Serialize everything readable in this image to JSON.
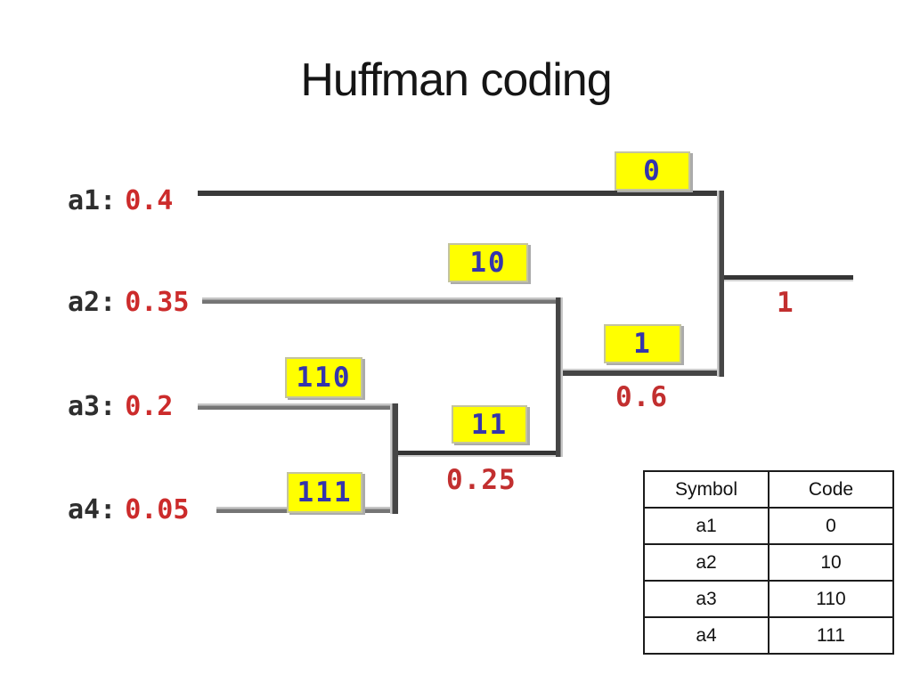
{
  "slide": {
    "title": "Huffman coding"
  },
  "tree": {
    "leaves": [
      {
        "label": "a1:",
        "prob": "0.4"
      },
      {
        "label": "a2:",
        "prob": "0.35"
      },
      {
        "label": "a3:",
        "prob": "0.2"
      },
      {
        "label": "a4:",
        "prob": "0.05"
      }
    ],
    "code_labels": [
      {
        "text": "0"
      },
      {
        "text": "10"
      },
      {
        "text": "1"
      },
      {
        "text": "110"
      },
      {
        "text": "11"
      },
      {
        "text": "111"
      }
    ],
    "merged_probs": [
      {
        "value": "1"
      },
      {
        "value": "0.6"
      },
      {
        "value": "0.25"
      }
    ]
  },
  "table": {
    "headers": [
      "Symbol",
      "Code"
    ],
    "rows": [
      [
        "a1",
        "0"
      ],
      [
        "a2",
        "10"
      ],
      [
        "a3",
        "110"
      ],
      [
        "a4",
        "111"
      ]
    ]
  },
  "colors": {
    "highlight_yellow": "#ffff00",
    "code_blue": "#3434ad",
    "prob_red": "#cc2b2b",
    "edge_dark_gray": "#3a3a3a",
    "edge_light_gray": "#8a8a8a",
    "table_border": "#1c1c1c"
  }
}
